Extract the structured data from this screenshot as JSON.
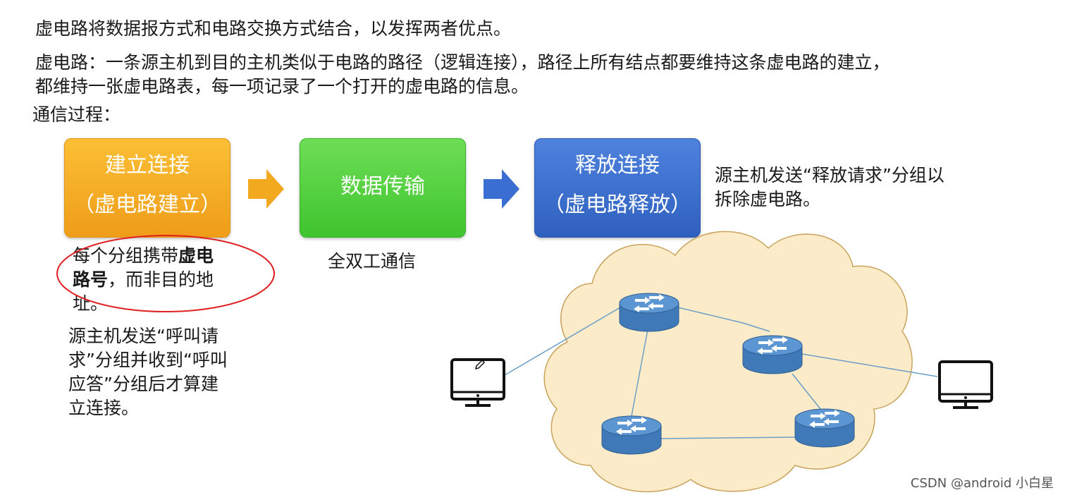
{
  "intro": "虚电路将数据报方式和电路交换方式结合，以发挥两者优点。",
  "definition_line1": "虚电路：一条源主机到目的主机类似于电路的路径（逻辑连接），路径上所有结点都要维持这条虚电路的建立，",
  "definition_line2": "都维持一张虚电路表，每一项记录了一个打开的虚电路的信息。",
  "process_title": "通信过程：",
  "steps": [
    {
      "title": "建立连接",
      "subtitle": "（虚电路建立）",
      "color": "#f4a91f"
    },
    {
      "title": "数据传输",
      "subtitle": "",
      "color": "#4fcf3c"
    },
    {
      "title": "释放连接",
      "subtitle": "（虚电路释放）",
      "color": "#3a6ecf"
    }
  ],
  "release_note": "源主机发送“释放请求”分组以拆除虚电路。",
  "duplex_note": "全双工通信",
  "packet_note": {
    "prefix": "每个分组携带",
    "bold": "虚电路号",
    "suffix": "，而非目的地址。"
  },
  "call_note": "源主机发送“呼叫请求”分组并收到“呼叫应答”分组后才算建立连接。",
  "watermark": "CSDN @android 小白星",
  "colors": {
    "cloud_fill": "#fcebc8",
    "cloud_stroke": "#c9a35c",
    "router": "#4a86c5",
    "circle": "#e02020",
    "arrow_orange": "#f2a920",
    "arrow_blue": "#3a6ed0"
  }
}
